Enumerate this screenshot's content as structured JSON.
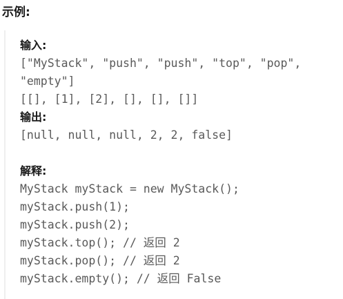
{
  "heading": "示例:",
  "example": {
    "input_label": "输入:",
    "input_lines": [
      "[\"MyStack\", \"push\", \"push\", \"top\", \"pop\",",
      "\"empty\"]",
      "[[], [1], [2], [], [], []]"
    ],
    "output_label": "输出:",
    "output_line": "[null, null, null, 2, 2, false]",
    "explanation_label": "解释:",
    "explanation_lines": [
      "MyStack myStack = new MyStack();",
      "myStack.push(1);",
      "myStack.push(2);",
      "myStack.top(); // 返回 2",
      "myStack.pop(); // 返回 2",
      "myStack.empty(); // 返回 False"
    ]
  }
}
